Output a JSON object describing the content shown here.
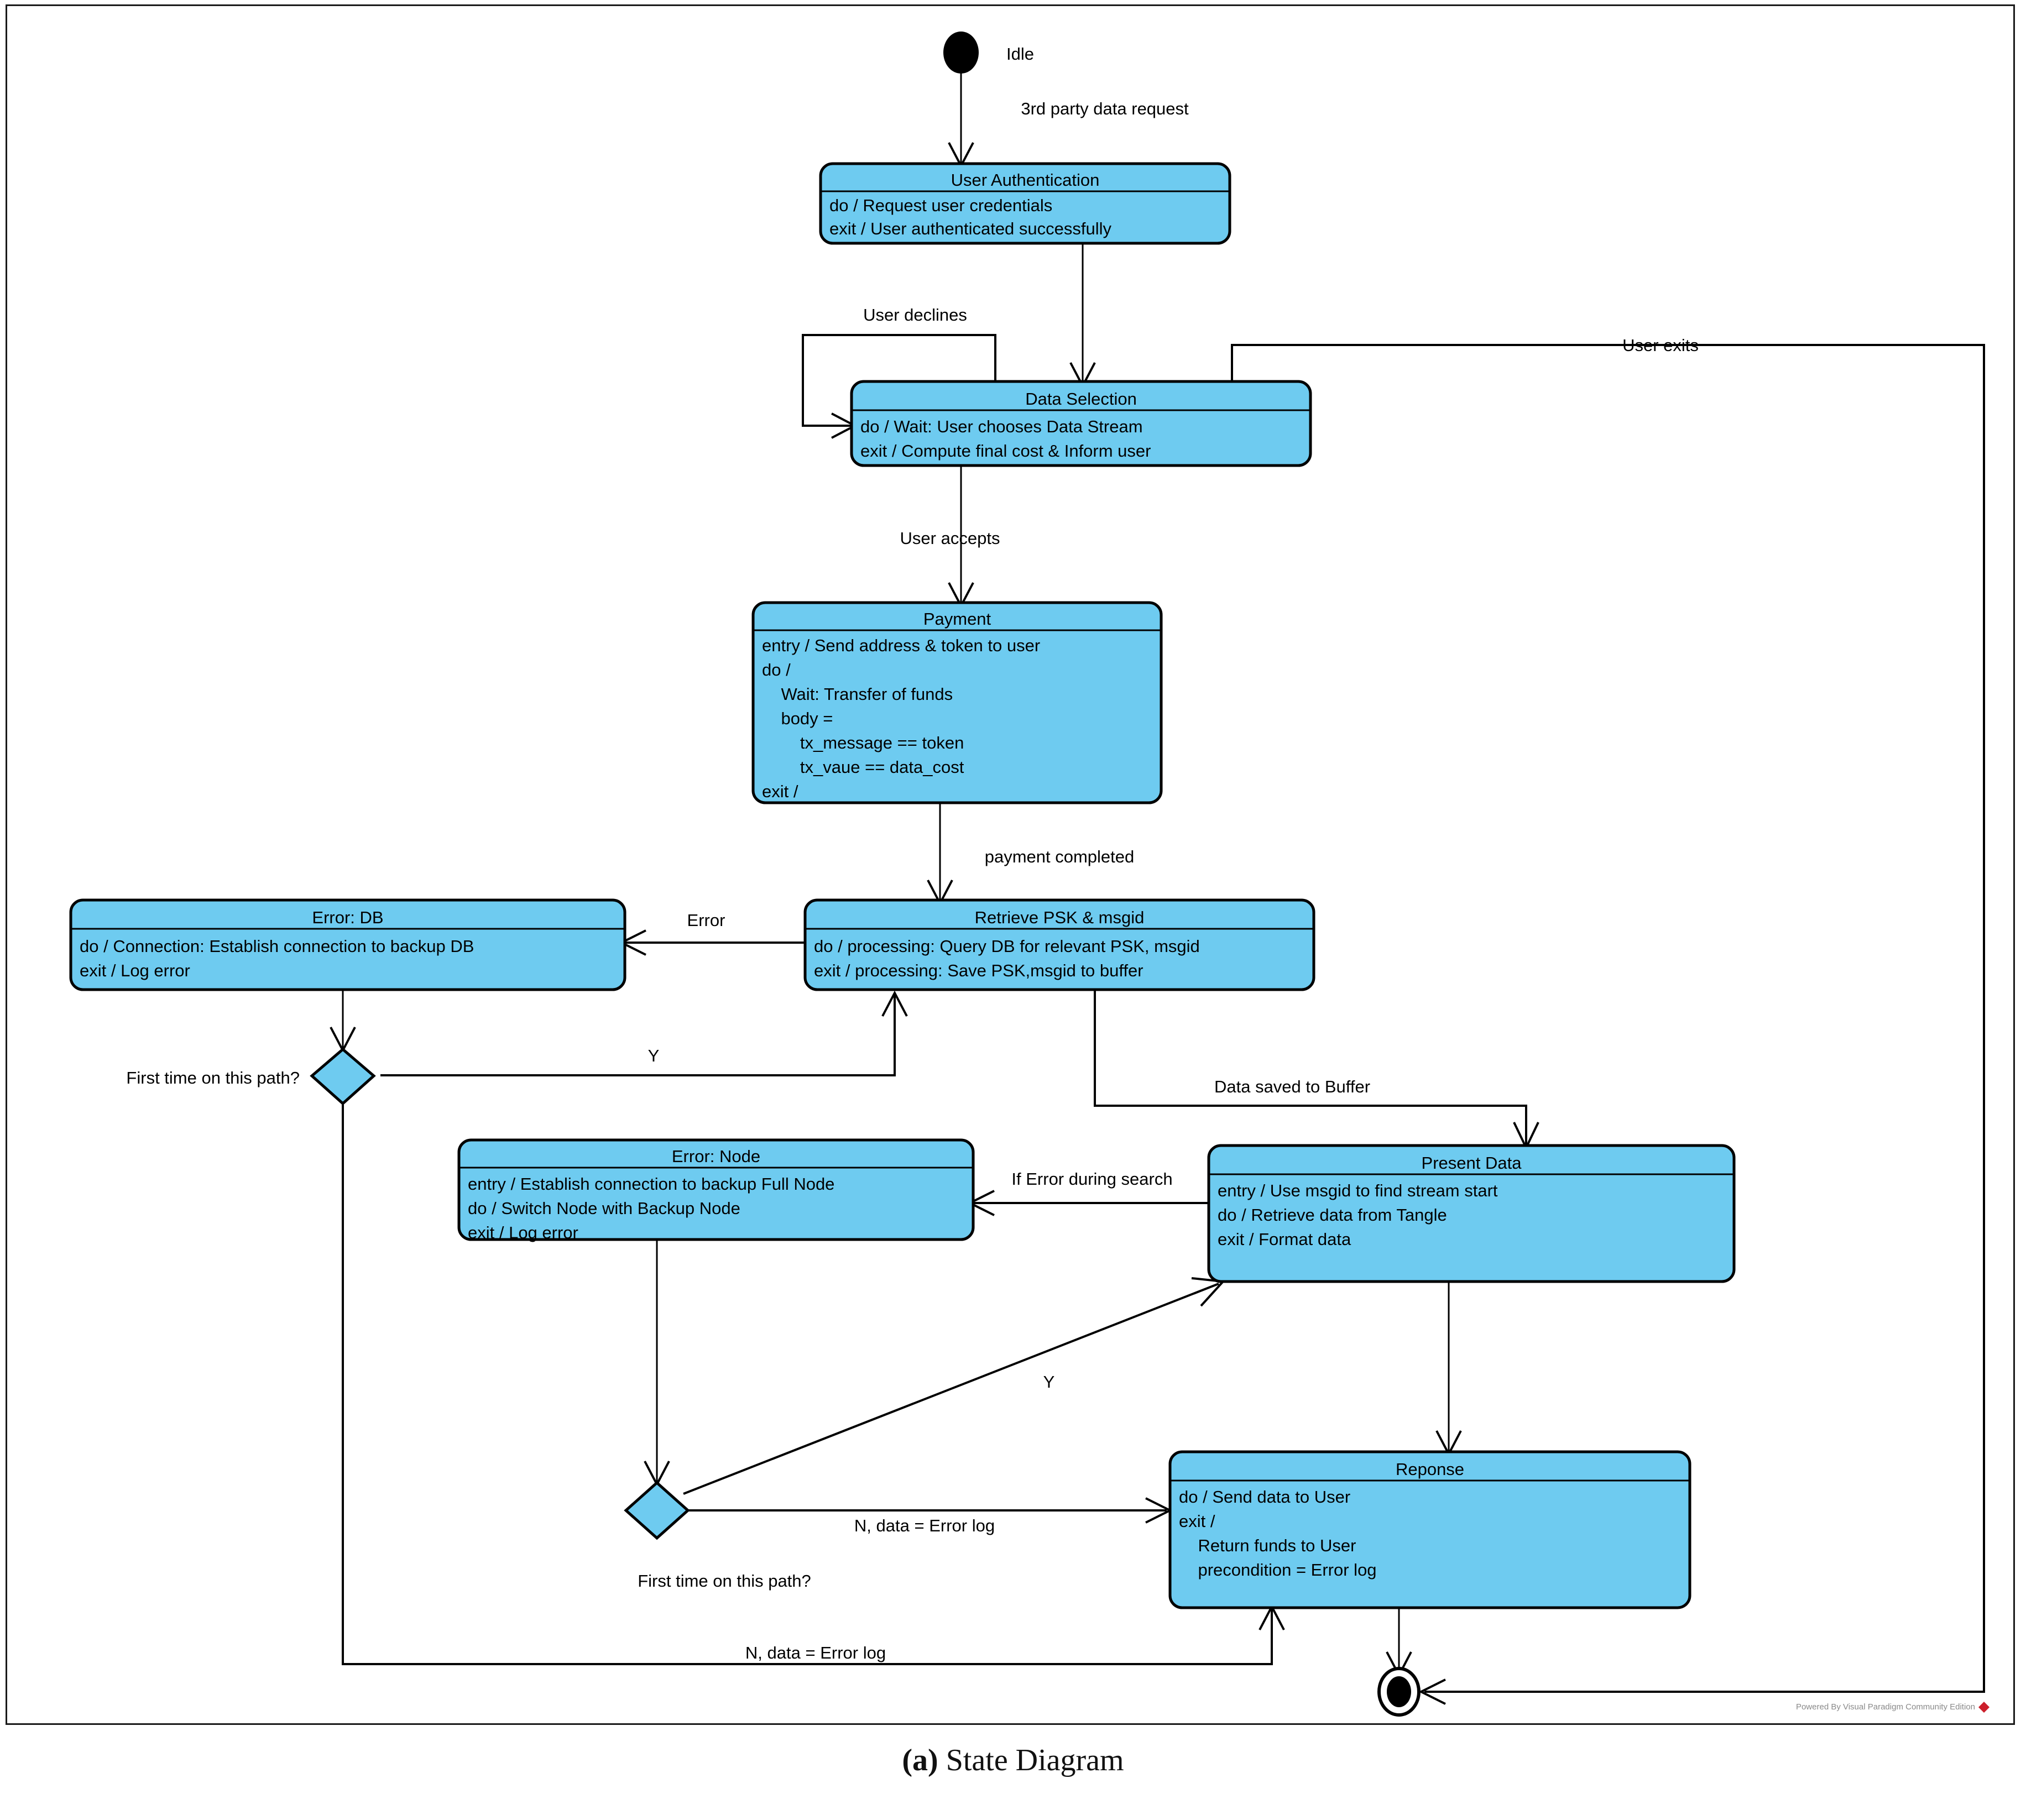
{
  "caption": {
    "label": "(a)",
    "text": " State Diagram"
  },
  "watermark": "Powered By Visual Paradigm Community Edition",
  "colors": {
    "state_fill": "#6ECBF0",
    "stroke": "#000000",
    "watermark": "#8a8a8a",
    "vp_logo": "#cc1f2b"
  },
  "diagram": {
    "type": "uml-state-diagram",
    "initial_node_label": "Idle",
    "states": [
      {
        "id": "user-authentication",
        "title": "User Authentication",
        "lines": [
          "do / Request user credentials",
          "exit / User authenticated successfully"
        ]
      },
      {
        "id": "data-selection",
        "title": "Data Selection",
        "lines": [
          "do / Wait: User chooses Data Stream",
          "exit / Compute final cost & Inform user"
        ]
      },
      {
        "id": "payment",
        "title": "Payment",
        "lines": [
          "entry / Send address & token to user",
          "do /",
          "    Wait: Transfer of funds",
          "    body =",
          "        tx_message == token",
          "        tx_vaue == data_cost",
          "exit /"
        ]
      },
      {
        "id": "retrieve-psk-msgid",
        "title": "Retrieve PSK & msgid",
        "lines": [
          "do / processing: Query DB for relevant PSK, msgid",
          "exit / processing: Save PSK,msgid to buffer"
        ]
      },
      {
        "id": "error-db",
        "title": "Error: DB",
        "lines": [
          "do / Connection: Establish connection to backup DB",
          "exit / Log error"
        ]
      },
      {
        "id": "error-node",
        "title": "Error: Node",
        "lines": [
          "entry / Establish connection to backup Full Node",
          "do / Switch Node with Backup Node",
          "exit / Log error"
        ]
      },
      {
        "id": "present-data",
        "title": "Present Data",
        "lines": [
          "entry / Use msgid to find stream start",
          "do / Retrieve data from Tangle",
          "exit / Format data"
        ]
      },
      {
        "id": "reponse",
        "title": "Reponse",
        "lines": [
          "do / Send data to User",
          "exit /",
          "    Return funds to User",
          "    precondition = Error log"
        ]
      }
    ],
    "decisions": [
      {
        "id": "decision-db",
        "label": "First time on this path?"
      },
      {
        "id": "decision-node",
        "label": "First time on this path?"
      }
    ],
    "transitions": [
      {
        "id": "t-initial",
        "label": "3rd party data request",
        "from": "initial",
        "to": "user-authentication"
      },
      {
        "id": "t-declines",
        "label": "User declines",
        "from": "data-selection",
        "to": "data-selection"
      },
      {
        "id": "t-exits",
        "label": "User exits",
        "from": "data-selection",
        "to": "final"
      },
      {
        "id": "t-accepts",
        "label": "User accepts",
        "from": "data-selection",
        "to": "payment"
      },
      {
        "id": "t-payment-done",
        "label": "payment completed",
        "from": "payment",
        "to": "retrieve-psk-msgid"
      },
      {
        "id": "t-error-db",
        "label": "Error",
        "from": "retrieve-psk-msgid",
        "to": "error-db"
      },
      {
        "id": "t-db-yes",
        "label": "Y",
        "from": "decision-db",
        "to": "retrieve-psk-msgid"
      },
      {
        "id": "t-buffer",
        "label": "Data saved to Buffer",
        "from": "retrieve-psk-msgid",
        "to": "present-data"
      },
      {
        "id": "t-error-search",
        "label": "If Error during search",
        "from": "present-data",
        "to": "error-node"
      },
      {
        "id": "t-node-yes",
        "label": "Y",
        "from": "decision-node",
        "to": "present-data"
      },
      {
        "id": "t-node-no",
        "label": "N, data = Error log",
        "from": "decision-node",
        "to": "reponse"
      },
      {
        "id": "t-db-no",
        "label": "N,  data = Error log",
        "from": "decision-db",
        "to": "reponse"
      },
      {
        "id": "t-response-final",
        "label": "",
        "from": "reponse",
        "to": "final"
      }
    ]
  }
}
